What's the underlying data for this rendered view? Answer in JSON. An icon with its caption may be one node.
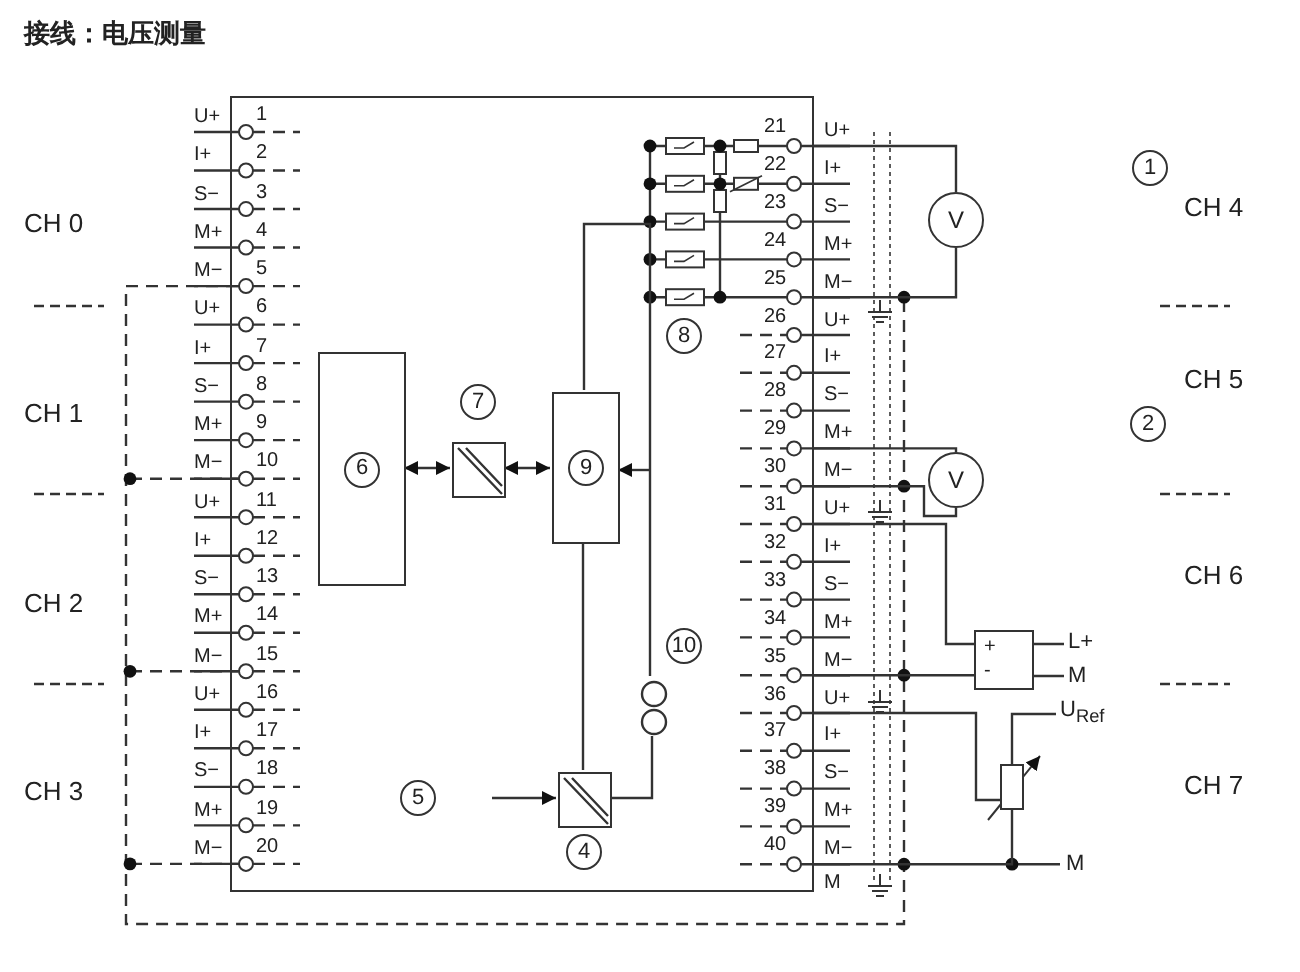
{
  "diagram": {
    "title": "接线：电压测量",
    "nodes": [
      {
        "text": [],
        "shape": "box"
      },
      {
        "text": [
          "6"
        ],
        "in": 0
      },
      {
        "text": [],
        "shape": "box",
        "beside": [
          "7"
        ],
        "in": 0
      },
      {
        "text": [
          "9"
        ],
        "in": 0
      },
      {
        "text": [],
        "shape": "box",
        "beside": [
          "4"
        ],
        "in": 0
      },
      {
        "text": [],
        "shape": "circle",
        "in": 0
      },
      {
        "text": [
          "V"
        ]
      },
      {
        "text": [
          "V"
        ]
      },
      {
        "text": [
          "+",
          "-"
        ]
      },
      {
        "text": [],
        "shape": "box"
      }
    ],
    "edges": [
      {
        "from": 1,
        "to": 2,
        "arrow": "both"
      },
      {
        "from": 2,
        "to": 3,
        "arrow": "both"
      },
      {
        "from": null,
        "to": 3,
        "arrow": "to"
      },
      {
        "from": null,
        "to": 4,
        "arrow": "to"
      },
      {
        "from": 3,
        "to": 4,
        "arrow": "none"
      },
      {
        "from": 4,
        "to": 5,
        "arrow": "none"
      },
      {
        "from": 0,
        "to": 6,
        "arrow": "none"
      },
      {
        "from": 0,
        "to": 6,
        "arrow": "none"
      },
      {
        "from": 0,
        "to": 7,
        "arrow": "none"
      },
      {
        "from": 0,
        "to": 7,
        "arrow": "none"
      },
      {
        "from": 0,
        "to": 8,
        "arrow": "none"
      },
      {
        "from": 0,
        "to": 8,
        "arrow": "none"
      },
      {
        "from": 0,
        "to": 9,
        "arrow": "none"
      },
      {
        "from": 0,
        "to": 9,
        "arrow": "none"
      },
      {
        "from": 3,
        "to": 5,
        "arrow": "none"
      }
    ],
    "labels": [
      "CH 0",
      "CH 1",
      "CH 2",
      "CH 3",
      "CH 4",
      "CH 5",
      "CH 6",
      "CH 7",
      "1",
      "2",
      "5",
      "8",
      "10",
      "U+",
      "1",
      "I+",
      "2",
      "S−",
      "3",
      "M+",
      "4",
      "M−",
      "5",
      "U+",
      "6",
      "I+",
      "7",
      "S−",
      "8",
      "M+",
      "9",
      "M−",
      "10",
      "U+",
      "11",
      "I+",
      "12",
      "S−",
      "13",
      "M+",
      "14",
      "M−",
      "15",
      "U+",
      "16",
      "I+",
      "17",
      "S−",
      "18",
      "M+",
      "19",
      "M−",
      "20",
      "21",
      "U+",
      "22",
      "I+",
      "23",
      "S−",
      "24",
      "M+",
      "25",
      "M−",
      "26",
      "U+",
      "27",
      "I+",
      "28",
      "S−",
      "29",
      "M+",
      "30",
      "M−",
      "31",
      "U+",
      "32",
      "I+",
      "33",
      "S−",
      "34",
      "M+",
      "35",
      "M−",
      "36",
      "U+",
      "37",
      "I+",
      "38",
      "S−",
      "39",
      "M+",
      "40",
      "M−",
      "M",
      "L+",
      "M",
      "U$_{Ref}$",
      "M"
    ]
  }
}
